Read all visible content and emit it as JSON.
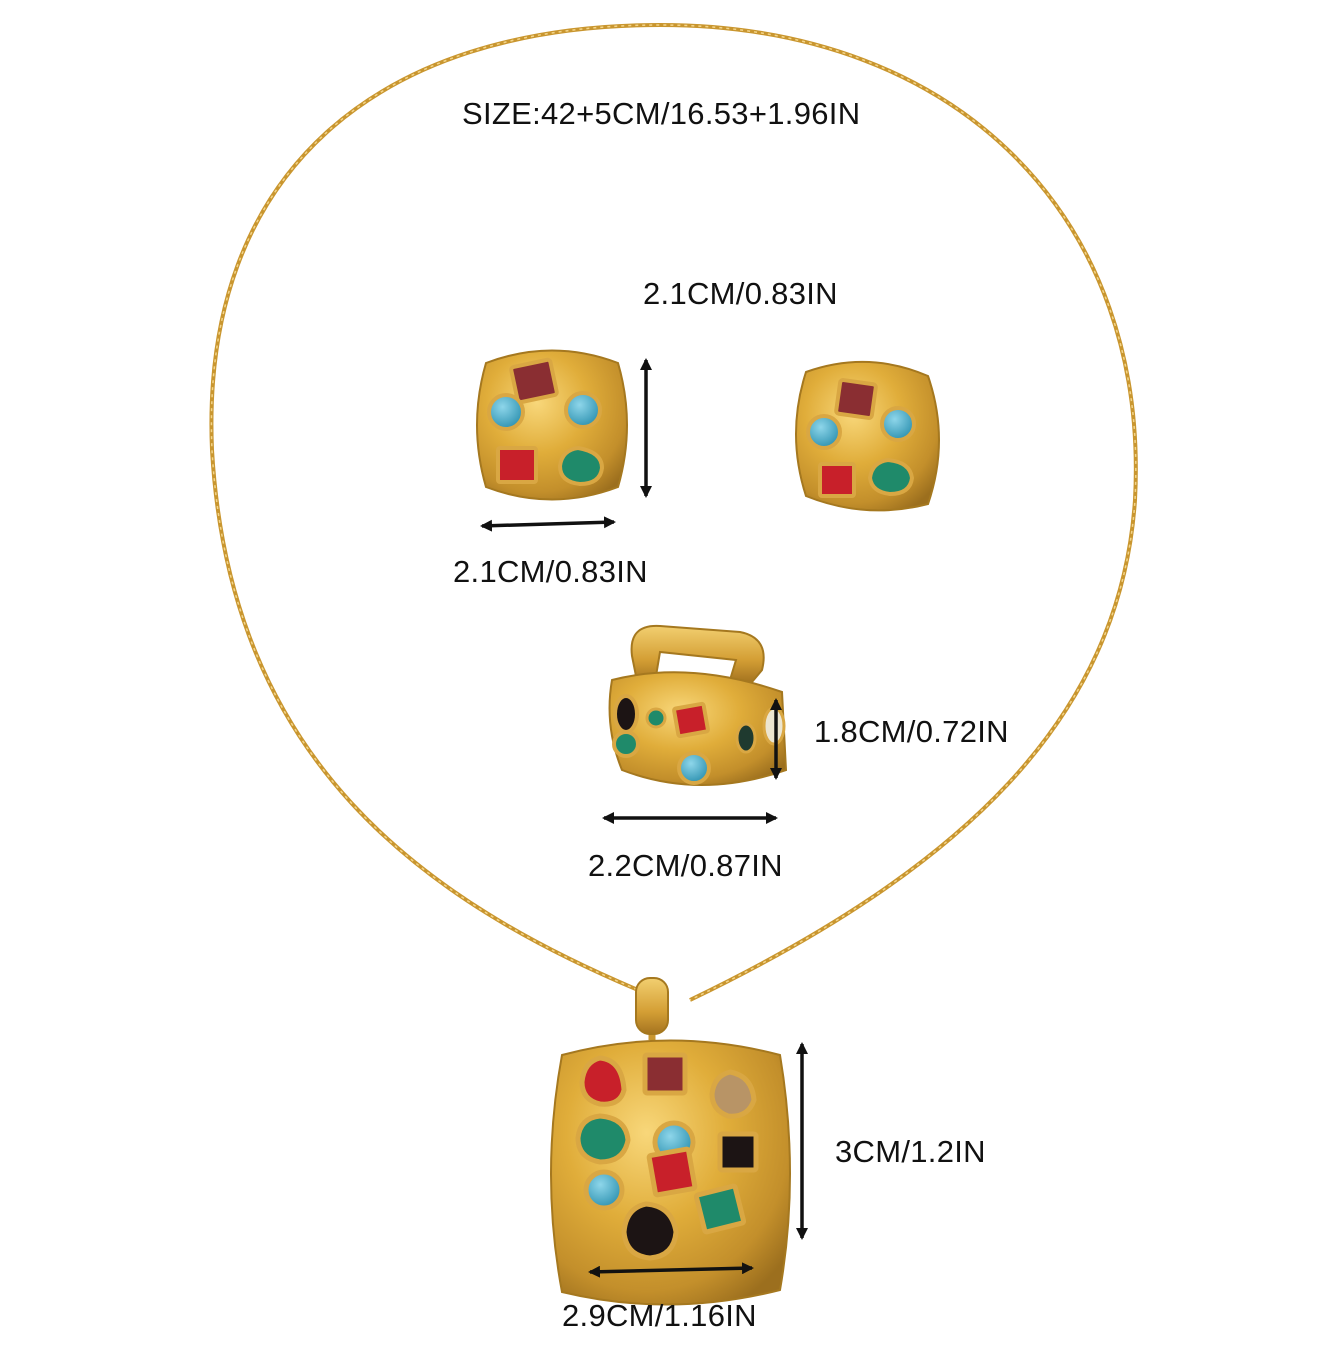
{
  "labels": {
    "chain_size": "SIZE:42+5CM/16.53+1.96IN",
    "earring_height": "2.1CM/0.83IN",
    "earring_width": "2.1CM/0.83IN",
    "ring_height": "1.8CM/0.72IN",
    "ring_width": "2.2CM/0.87IN",
    "pendant_height": "3CM/1.2IN",
    "pendant_width": "2.9CM/1.16IN"
  },
  "colors": {
    "background": "#ffffff",
    "gold": "#e0ad3a",
    "gold_dark": "#b8862a",
    "turquoise": "#3fa7c4",
    "ruby": "#c8202a",
    "garnet": "#8a2e32",
    "emerald": "#1f8a6a",
    "onyx": "#1c1414",
    "champagne": "#b89466",
    "arrow": "#111111"
  },
  "icons": {
    "dimension_arrow": "double-headed-arrow"
  }
}
